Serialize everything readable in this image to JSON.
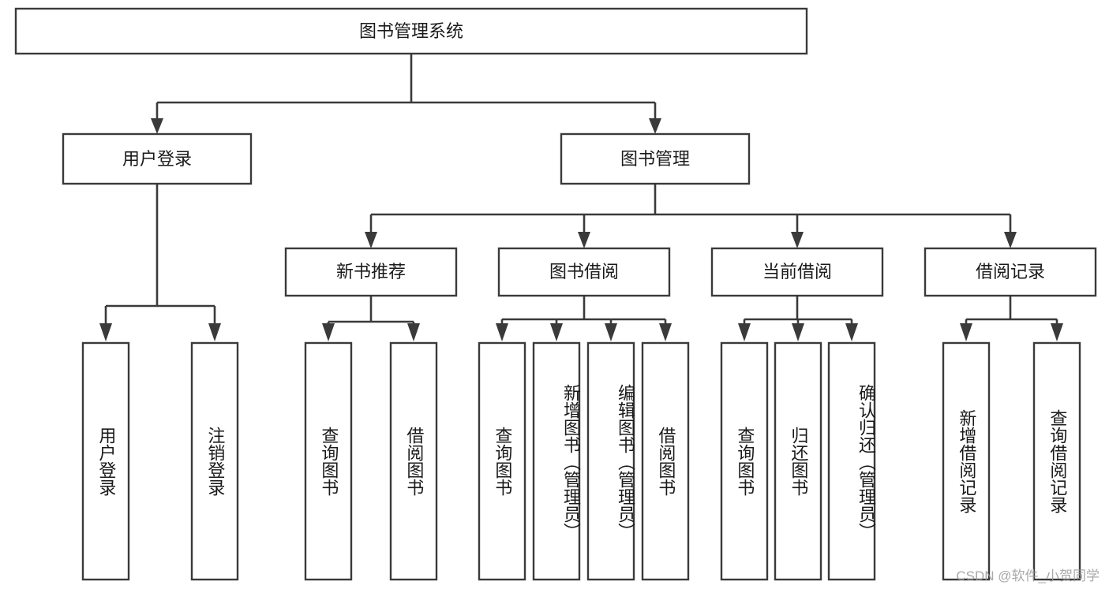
{
  "diagram": {
    "type": "tree-hierarchy",
    "title": "图书管理系统",
    "orientation": "top-down",
    "colors": {
      "box_stroke": "#3a3a3a",
      "box_fill": "#ffffff",
      "connector": "#3a3a3a",
      "text": "#1a1a1a",
      "watermark": "#9a9a9a",
      "background": "#ffffff"
    },
    "root": {
      "id": "root",
      "label": "图书管理系统",
      "orient": "horizontal"
    },
    "level2": [
      {
        "id": "user-login",
        "label": "用户登录",
        "orient": "horizontal"
      },
      {
        "id": "book-management",
        "label": "图书管理",
        "orient": "horizontal"
      }
    ],
    "level3": [
      {
        "id": "new-book-recommend",
        "label": "新书推荐",
        "orient": "horizontal",
        "parent": "book-management"
      },
      {
        "id": "book-borrow",
        "label": "图书借阅",
        "orient": "horizontal",
        "parent": "book-management"
      },
      {
        "id": "current-borrow",
        "label": "当前借阅",
        "orient": "horizontal",
        "parent": "book-management"
      },
      {
        "id": "borrow-record",
        "label": "借阅记录",
        "orient": "horizontal",
        "parent": "book-management"
      }
    ],
    "leaves": [
      {
        "id": "leaf-user-login",
        "label": "用户登录",
        "parent": "user-login",
        "orient": "vertical"
      },
      {
        "id": "leaf-logout-login",
        "label": "注销登录",
        "parent": "user-login",
        "orient": "vertical"
      },
      {
        "id": "leaf-query-book-1",
        "label": "查询图书",
        "parent": "new-book-recommend",
        "orient": "vertical"
      },
      {
        "id": "leaf-borrow-book-1",
        "label": "借阅图书",
        "parent": "new-book-recommend",
        "orient": "vertical"
      },
      {
        "id": "leaf-query-book-2",
        "label": "查询图书",
        "parent": "book-borrow",
        "orient": "vertical"
      },
      {
        "id": "leaf-add-book",
        "label": "新增图书（管理员）",
        "parent": "book-borrow",
        "orient": "vertical"
      },
      {
        "id": "leaf-edit-book",
        "label": "编辑图书（管理员）",
        "parent": "book-borrow",
        "orient": "vertical"
      },
      {
        "id": "leaf-borrow-book-2",
        "label": "借阅图书",
        "parent": "book-borrow",
        "orient": "vertical"
      },
      {
        "id": "leaf-query-book-3",
        "label": "查询图书",
        "parent": "current-borrow",
        "orient": "vertical"
      },
      {
        "id": "leaf-return-book",
        "label": "归还图书",
        "parent": "current-borrow",
        "orient": "vertical"
      },
      {
        "id": "leaf-confirm-return",
        "label": "确认归还（管理员）",
        "parent": "current-borrow",
        "orient": "vertical"
      },
      {
        "id": "leaf-add-borrow-record",
        "label": "新增借阅记录",
        "parent": "borrow-record",
        "orient": "vertical"
      },
      {
        "id": "leaf-query-borrow-record",
        "label": "查询借阅记录",
        "parent": "borrow-record",
        "orient": "vertical"
      }
    ],
    "watermark": "CSDN @软件_小贺同学"
  }
}
